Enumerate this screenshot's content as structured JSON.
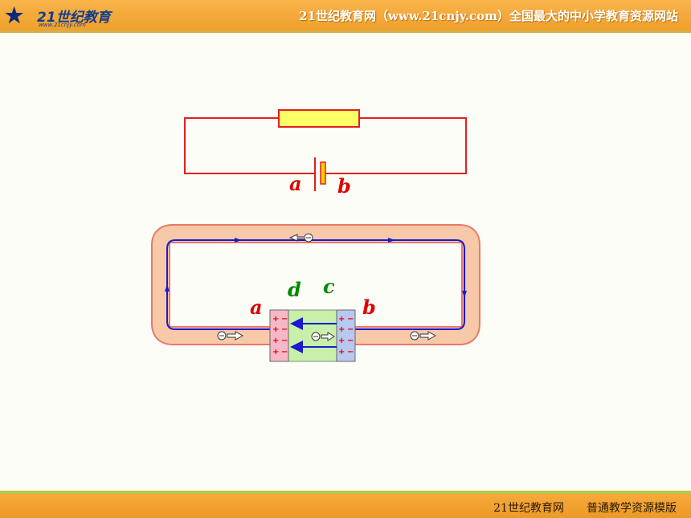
{
  "header": {
    "logo_text": "21世纪教育",
    "logo_url": "www.21cnjy.com",
    "title": "21世纪教育网（www.21cnjy.com）全国最大的中小学教育资源网站"
  },
  "footer": {
    "site": "21世纪教育网",
    "tagline": "普通教学资源模版"
  },
  "top_circuit": {
    "label_a": "a",
    "label_b": "b"
  },
  "bottom_diagram": {
    "label_a": "a",
    "label_b": "b",
    "label_d": "d",
    "label_c": "c",
    "plus": "+",
    "minus": "−"
  },
  "colors": {
    "wire": "#e02020",
    "resistor_fill": "#ffff66",
    "label_ab": "#e00000",
    "label_dc": "#008a00",
    "current": "#1a1ad0",
    "pink_plate": "#f6b8c8",
    "blue_plate": "#b8c8f0",
    "middle": "#c8f0a8",
    "band": "#f6c8a8"
  },
  "icons": [
    "electron-icon",
    "arrow-icon"
  ]
}
